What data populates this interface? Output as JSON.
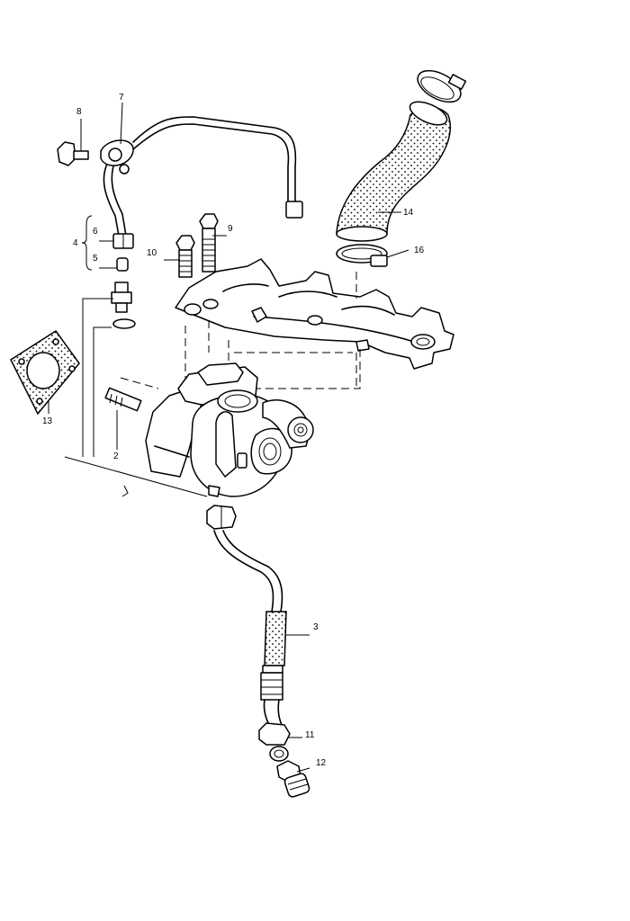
{
  "diagram": {
    "callouts": [
      "2",
      "3",
      "4",
      "5",
      "6",
      "7",
      "8",
      "9",
      "10",
      "11",
      "12",
      "13",
      "14",
      "16"
    ]
  }
}
